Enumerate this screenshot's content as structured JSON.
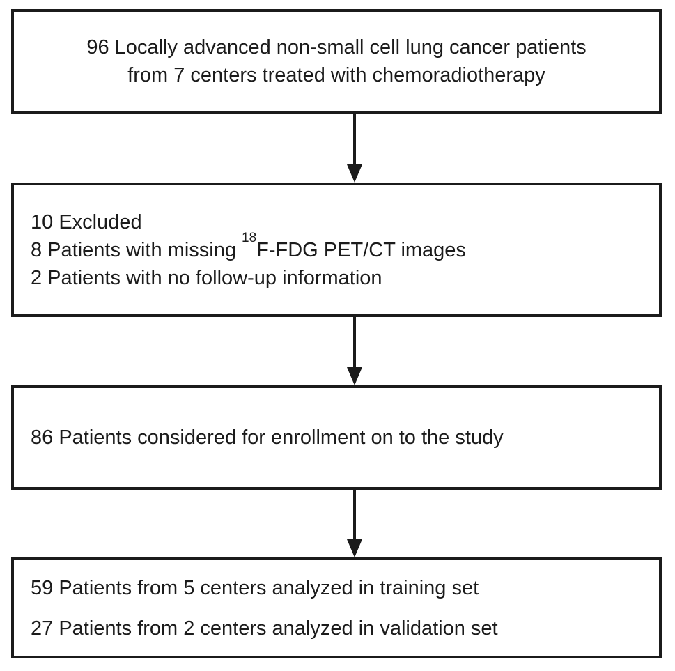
{
  "flowchart": {
    "colors": {
      "background": "#ffffff",
      "border": "#1b1b1b",
      "text": "#1b1b1b"
    },
    "box1": {
      "line1": "96 Locally advanced non-small cell lung cancer patients",
      "line2": "from 7 centers treated with chemoradiotherapy"
    },
    "box2": {
      "line1": "10 Excluded",
      "line2_prefix": "8 Patients with missing ",
      "line2_superscript": "18",
      "line2_suffix": "F-FDG PET/CT images",
      "line3": "2 Patients with no follow-up information"
    },
    "box3": {
      "line1": "86 Patients considered for enrollment on to the study"
    },
    "box4": {
      "line1": "59 Patients from 5 centers analyzed in training set",
      "line2": "27 Patients from 2 centers analyzed in validation set"
    }
  }
}
